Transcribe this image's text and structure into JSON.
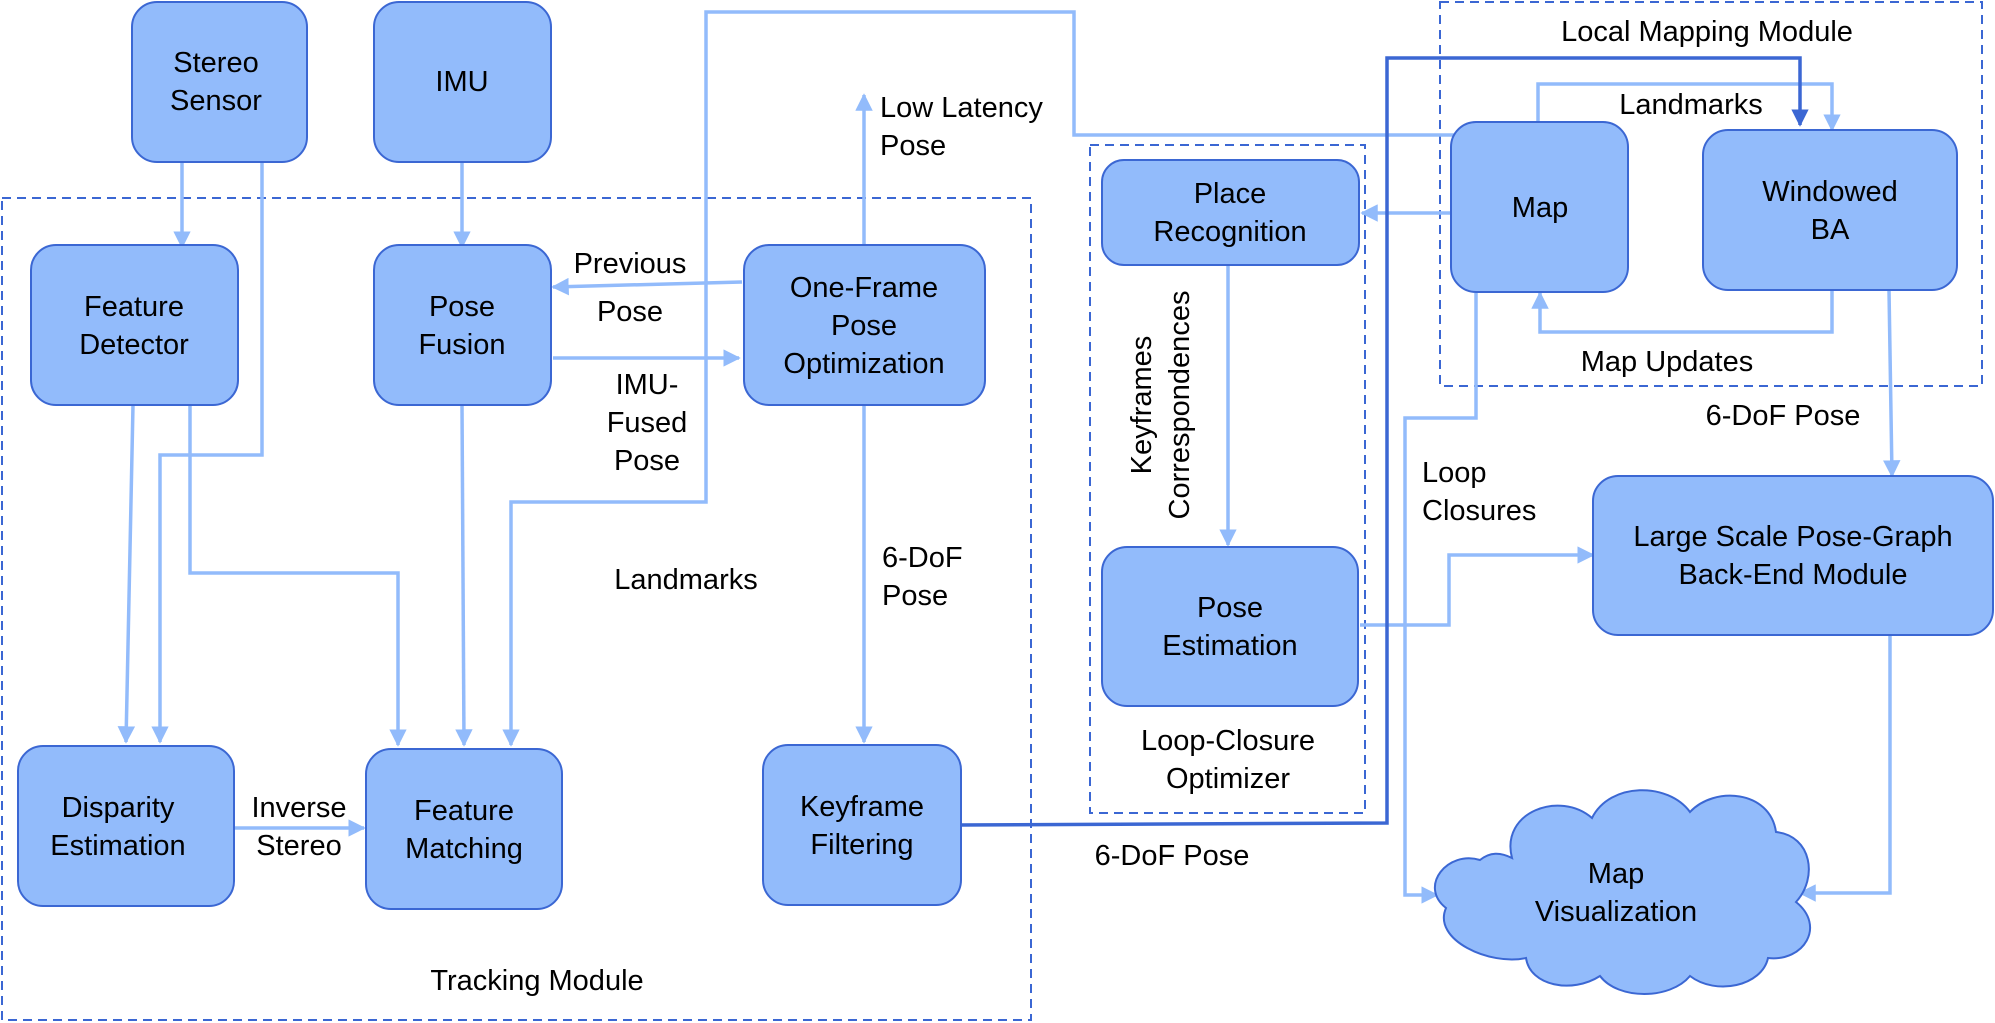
{
  "colors": {
    "box_fill": "#92bbfb",
    "box_stroke": "#3b67d3",
    "arrow": "#92bbfb",
    "arrow_dark": "#3b67d3"
  },
  "modules": {
    "tracking": "Tracking Module",
    "local_mapping": "Local Mapping Module",
    "loop_closure": [
      "Loop-Closure",
      "Optimizer"
    ]
  },
  "nodes": {
    "stereo_sensor": [
      "Stereo",
      "Sensor"
    ],
    "imu": [
      "IMU"
    ],
    "feature_detector": [
      "Feature",
      "Detector"
    ],
    "pose_fusion": [
      "Pose",
      "Fusion"
    ],
    "one_frame": [
      "One-Frame",
      "Pose",
      "Optimization"
    ],
    "disparity": [
      "Disparity",
      "Estimation"
    ],
    "feature_matching": [
      "Feature",
      "Matching"
    ],
    "keyframe_filtering": [
      "Keyframe",
      "Filtering"
    ],
    "place_recognition": [
      "Place",
      "Recognition"
    ],
    "pose_estimation": [
      "Pose",
      "Estimation"
    ],
    "map": [
      "Map"
    ],
    "windowed_ba": [
      "Windowed",
      "BA"
    ],
    "backend": [
      "Large Scale Pose-Graph",
      "Back-End Module"
    ],
    "map_visualization": [
      "Map",
      "Visualization"
    ]
  },
  "edge_labels": {
    "low_latency": [
      "Low Latency",
      "Pose"
    ],
    "previous_pose": [
      "Previous",
      "Pose"
    ],
    "imu_fused": [
      "IMU-",
      "Fused",
      "Pose"
    ],
    "landmarks_tracking": [
      "Landmarks"
    ],
    "sixdof_tracking": [
      "6-DoF",
      "Pose"
    ],
    "inverse_stereo": [
      "Inverse",
      "Stereo"
    ],
    "sixdof_bottom": [
      "6-DoF Pose"
    ],
    "keyframes_corr": [
      "Keyframes",
      "Correspondences"
    ],
    "landmarks_map": [
      "Landmarks"
    ],
    "map_updates": [
      "Map Updates"
    ],
    "sixdof_right": [
      "6-DoF Pose"
    ],
    "loop_closures": [
      "Loop",
      "Closures"
    ]
  }
}
